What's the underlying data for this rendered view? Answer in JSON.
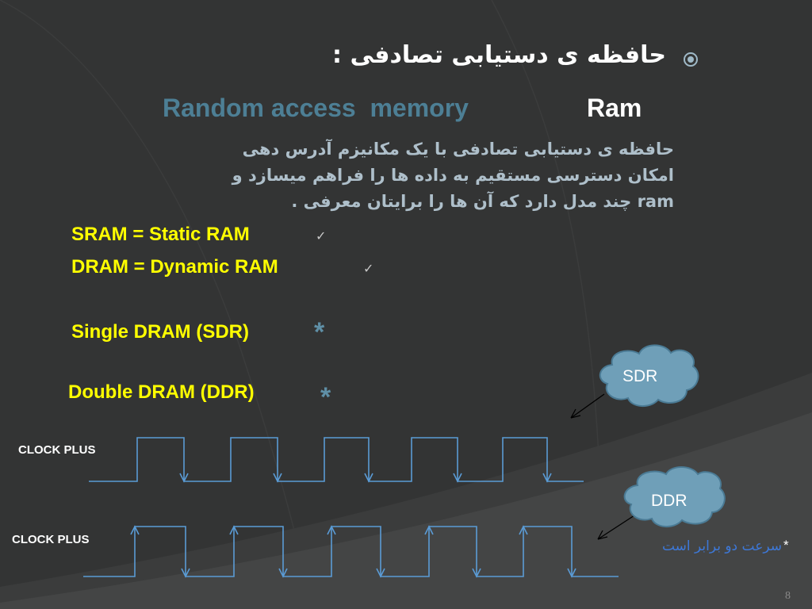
{
  "slide": {
    "title": "حافظه ی دستیابی تصادفی :",
    "subtitle_en": "Random access  memory",
    "subtitle_abbr": "Ram",
    "body_lines": [
      "حافظه ی دستیابی تصادفی با یک مکانیزم آدرس دهی",
      "امکان دسترسی مستقیم به داده ها را فراهم میسازد و",
      "ram چند مدل دارد که  آن ها را برایتان معرفی ."
    ],
    "items": [
      {
        "label": "SRAM = Static RAM",
        "marker": "✓"
      },
      {
        "label": "DRAM = Dynamic RAM",
        "marker": "✓"
      },
      {
        "label": "Single DRAM (SDR)",
        "marker": "*"
      },
      {
        "label": "Double DRAM (DDR)",
        "marker": "*"
      }
    ],
    "clock_label_top": "CLOCK PLUS",
    "clock_label_bottom": "CLOCK PLUS",
    "cloud_sdr": "SDR",
    "cloud_ddr": "DDR",
    "note_star": "*",
    "note_text": "سرعت دو برابر است",
    "page_number": "8"
  },
  "colors": {
    "background": "#333434",
    "accent_blue": "#4d7f95",
    "yellow": "#ffff00",
    "waveform": "#5a9bd5",
    "cloud_fill": "#6f9fb8"
  }
}
